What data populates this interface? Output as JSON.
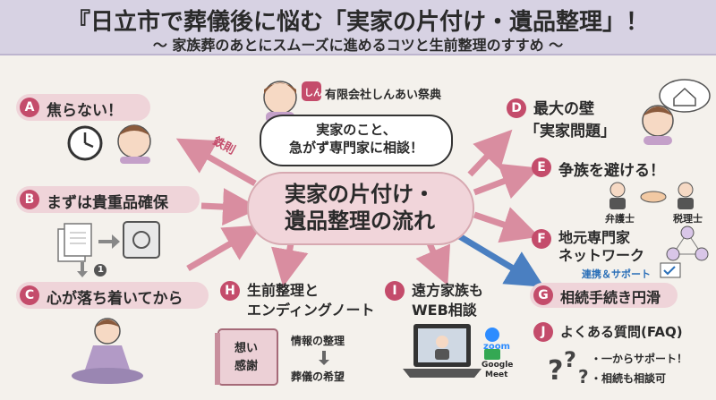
{
  "header": {
    "title": "『日立市で葬儀後に悩む「実家の片付け・遺品整理」！",
    "subtitle": "〜 家族葬のあとにスムーズに進めるコツと生前整理のすすめ 〜"
  },
  "company": {
    "name": "有限会社しんあい祭典",
    "logo_text": "しん"
  },
  "center": {
    "line1": "実家の片付け・",
    "line2": "遺品整理の流れ",
    "bubble_line1": "実家のこと、",
    "bubble_line2": "急がず専門家に相談！",
    "rule_label": "鉄則"
  },
  "sections": {
    "A": {
      "letter": "A",
      "title": "焦らない！"
    },
    "B": {
      "letter": "B",
      "title": "まずは貴重品確保",
      "step": "1"
    },
    "C": {
      "letter": "C",
      "title": "心が落ち着いてから"
    },
    "D": {
      "letter": "D",
      "title_line1": "最大の壁",
      "title_line2": "「実家問題」"
    },
    "E": {
      "letter": "E",
      "title": "争族を避ける！",
      "lawyer": "弁護士",
      "tax_accountant": "税理士"
    },
    "F": {
      "letter": "F",
      "title_line1": "地元専門家",
      "title_line2": "ネットワーク",
      "link_label": "連携＆サポート"
    },
    "G": {
      "letter": "G",
      "title": "相続手続き円滑"
    },
    "H": {
      "letter": "H",
      "title_line1": "生前整理と",
      "title_line2": "エンディングノート",
      "book_line1": "想い",
      "book_line2": "感謝",
      "item1": "情報の整理",
      "item2": "葬儀の希望"
    },
    "I": {
      "letter": "I",
      "title_line1": "遠方家族も",
      "title_line2": "WEB相談",
      "app1": "zoom",
      "app2_line1": "Google",
      "app2_line2": "Meet"
    },
    "J": {
      "letter": "J",
      "title": "よくある質問(FAQ)",
      "item1": "・一からサポート！",
      "item2": "・相続も相談可"
    }
  },
  "colors": {
    "title_bg": "#d7d2e3",
    "badge": "#c44c6b",
    "pill": "#efd4d9",
    "arrow_pink": "#d98da0",
    "arrow_blue": "#4a7fc1",
    "background": "#f4f1ec"
  }
}
